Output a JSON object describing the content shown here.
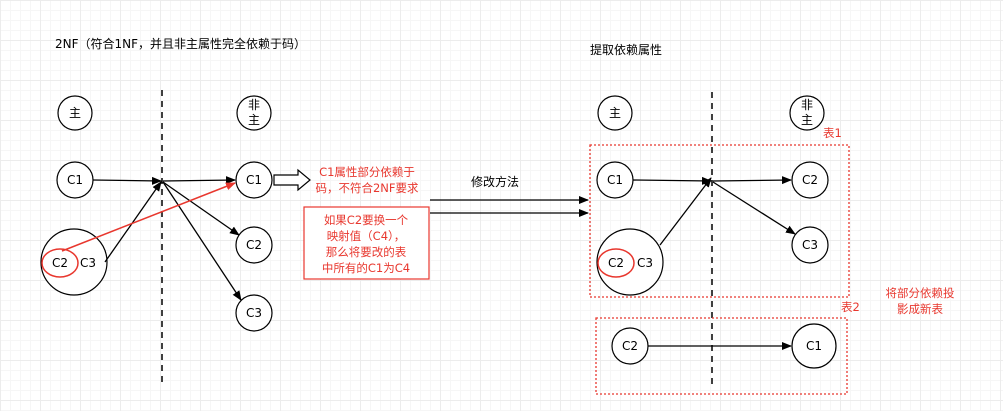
{
  "left": {
    "title": "2NF（符合1NF，并且非主属性完全依赖于码）",
    "primary": "主",
    "nonprimary_1": "非",
    "nonprimary_2": "主",
    "c1": "C1",
    "c2": "C2",
    "c3": "C3",
    "right_c1": "C1",
    "right_c2": "C2",
    "right_c3": "C3"
  },
  "middle": {
    "note_1_line1": "C1属性部分依赖于",
    "note_1_line2": "码，不符合2NF要求",
    "method": "修改方法",
    "note_2_line1": "如果C2要换一个",
    "note_2_line2": "映射值（C4），",
    "note_2_line3": "那么将要改的表",
    "note_2_line4": "中所有的C1为C4"
  },
  "right": {
    "title": "提取依赖属性",
    "primary": "主",
    "nonprimary_1": "非",
    "nonprimary_2": "主",
    "table1": "表1",
    "table2": "表2",
    "c1": "C1",
    "c2": "C2",
    "c3": "C3",
    "right_c2": "C2",
    "right_c3": "C3",
    "t2_c2": "C2",
    "t2_c1": "C1",
    "note_line1": "将部分依赖投",
    "note_line2": "影成新表"
  },
  "colors": {
    "stroke": "#000000",
    "accent": "#e8372e"
  }
}
